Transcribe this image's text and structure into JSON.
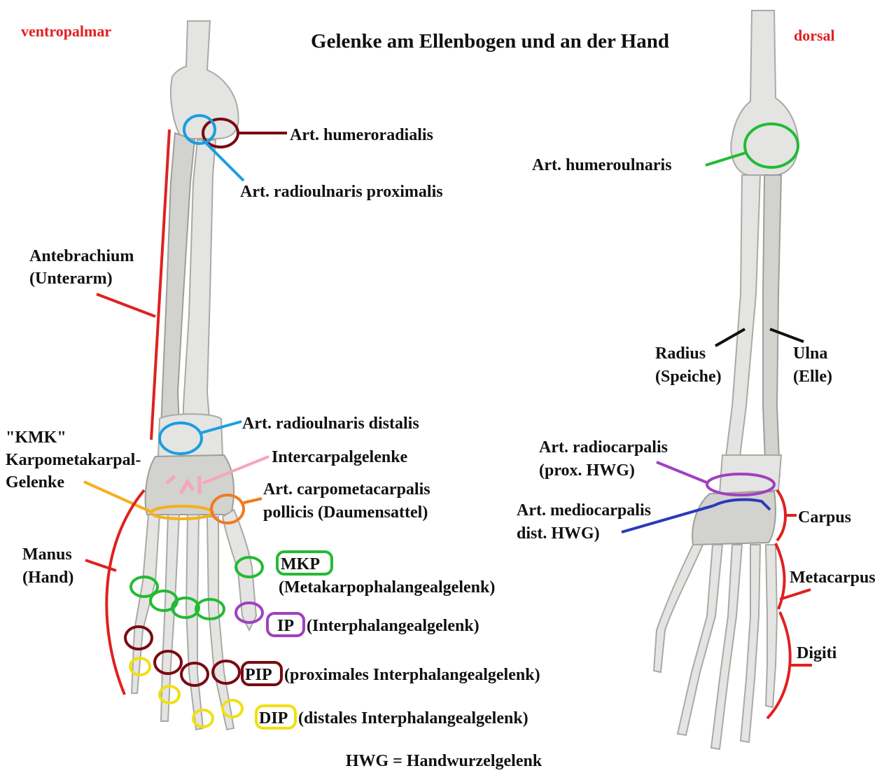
{
  "title": "Gelenke am Ellenbogen und an der Hand",
  "view_left": "ventropalmar",
  "view_right": "dorsal",
  "colors": {
    "red": "#e02020",
    "maroon": "#7a0a12",
    "blue": "#1a9ee0",
    "green": "#22bb33",
    "pink": "#f4a6bb",
    "amber": "#f5b01a",
    "orange": "#f07a20",
    "purple": "#a040c0",
    "yellow": "#f0e010",
    "navy": "#2a3ab8",
    "black": "#111111"
  },
  "labels": {
    "humeroradialis": "Art. humeroradialis",
    "radioulnaris_prox": "Art. radioulnaris proximalis",
    "antebrachium_1": "Antebrachium",
    "antebrachium_2": "(Unterarm)",
    "radioulnaris_dist": "Art. radioulnaris distalis",
    "kmk_1": "\"KMK\"",
    "kmk_2": "Karpometakarpal-",
    "kmk_3": "Gelenke",
    "intercarpal": "Intercarpalgelenke",
    "carpometacarpalis_1": "Art. carpometacarpalis",
    "carpometacarpalis_2": "pollicis (Daumensattel)",
    "manus_1": "Manus",
    "manus_2": "(Hand)",
    "mkp_box": "MKP",
    "mkp_full": "(Metakarpophalangealgelenk)",
    "ip_box": "IP",
    "ip_full": "(Interphalangealgelenk)",
    "pip_box": "PIP",
    "pip_full": "(proximales Interphalangealgelenk)",
    "dip_box": "DIP",
    "dip_full": "(distales Interphalangealgelenk)",
    "hwg_note": "HWG = Handwurzelgelenk",
    "humeroulnaris": "Art. humeroulnaris",
    "radius_1": "Radius",
    "radius_2": "(Speiche)",
    "ulna_1": "Ulna",
    "ulna_2": "(Elle)",
    "radiocarpalis_1": "Art. radiocarpalis",
    "radiocarpalis_2": "(prox. HWG)",
    "mediocarpalis_1": "Art. mediocarpalis",
    "mediocarpalis_2": "dist. HWG)",
    "carpus": "Carpus",
    "metacarpus": "Metacarpus",
    "digiti": "Digiti"
  }
}
